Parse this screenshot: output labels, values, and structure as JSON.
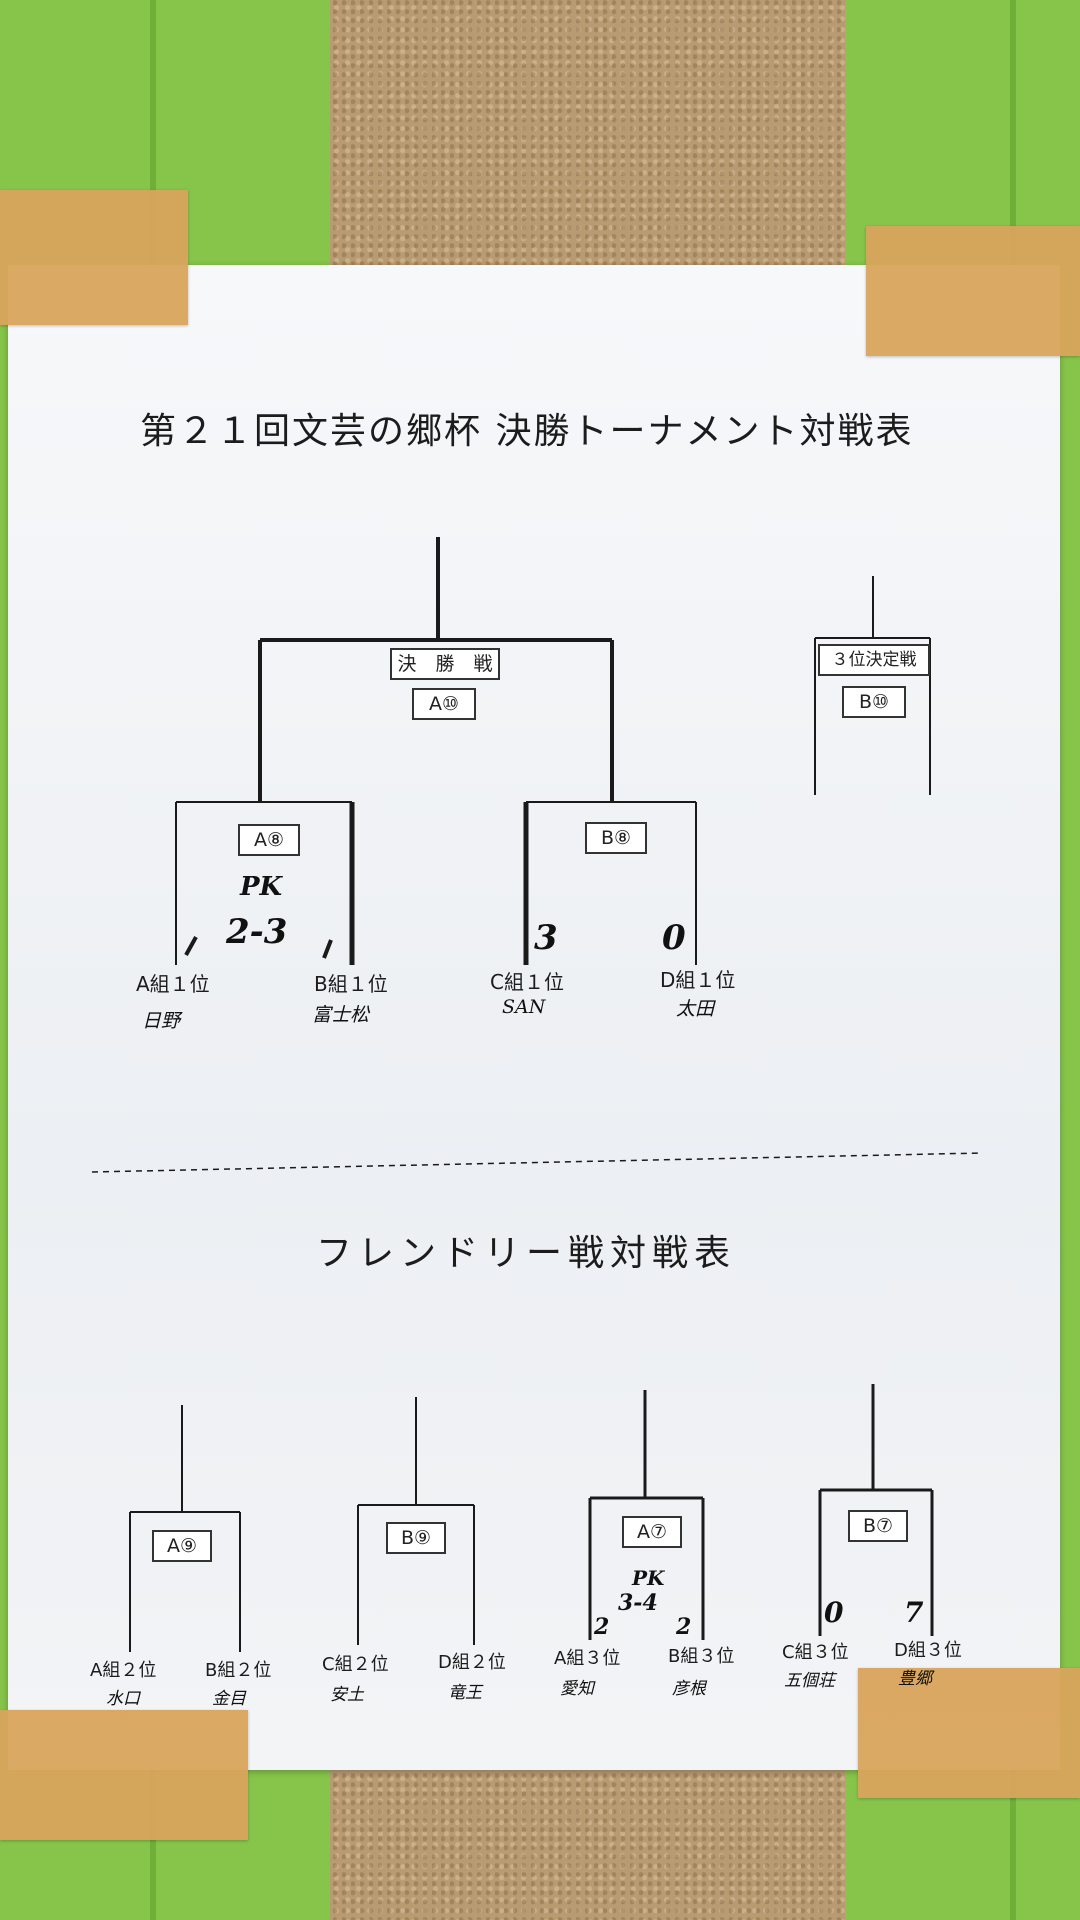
{
  "title": "第２１回文芸の郷杯 決勝トーナメント対戦表",
  "friendly_title": "フレンドリー戦対戦表",
  "final": {
    "label": "決　勝　戦",
    "court": "A⑩",
    "semi_left": {
      "court": "A⑧",
      "pk_label": "PK",
      "pk_score": "2-3",
      "left": {
        "group": "A組１位",
        "team": "日野",
        "score": "1"
      },
      "right": {
        "group": "B組１位",
        "team": "富士松",
        "score": "1"
      }
    },
    "semi_right": {
      "court": "B⑧",
      "left": {
        "group": "C組１位",
        "team": "SAN",
        "score": "3"
      },
      "right": {
        "group": "D組１位",
        "team": "太田",
        "score": "0"
      }
    }
  },
  "third_place": {
    "label": "３位決定戦",
    "court": "B⑩"
  },
  "friendly": [
    {
      "court": "A⑨",
      "left": {
        "group": "A組２位",
        "team": "水口"
      },
      "right": {
        "group": "B組２位",
        "team": "金目"
      }
    },
    {
      "court": "B⑨",
      "left": {
        "group": "C組２位",
        "team": "安土"
      },
      "right": {
        "group": "D組２位",
        "team": "竜王"
      }
    },
    {
      "court": "A⑦",
      "pk_label": "PK",
      "pk_score": "3-4",
      "left": {
        "group": "A組３位",
        "team": "愛知",
        "score": "2"
      },
      "right": {
        "group": "B組３位",
        "team": "彦根",
        "score": "2"
      }
    },
    {
      "court": "B⑦",
      "left": {
        "group": "C組３位",
        "team": "五個荘",
        "score": "0"
      },
      "right": {
        "group": "D組３位",
        "team": "豊郷",
        "score": "7"
      }
    }
  ]
}
